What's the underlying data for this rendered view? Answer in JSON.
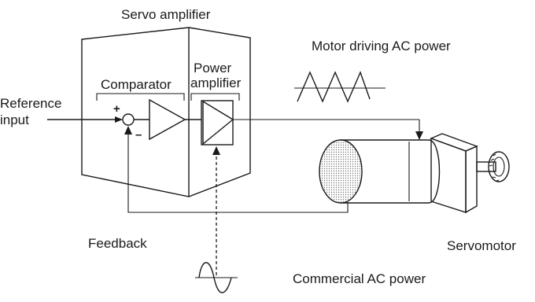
{
  "labels": {
    "servo_amplifier": "Servo amplifier",
    "comparator": "Comparator",
    "power_amplifier_line1": "Power",
    "power_amplifier_line2": "amplifier",
    "reference_input_line1": "Reference",
    "reference_input_line2": "input",
    "plus_sign": "+",
    "minus_sign": "–",
    "motor_driving_ac_power": "Motor driving AC power",
    "feedback": "Feedback",
    "servomotor": "Servomotor",
    "commercial_ac_power": "Commercial AC power"
  },
  "colors": {
    "line": "#1a1a1a",
    "background": "#ffffff",
    "motor_face_fill": "#d6d6d6"
  }
}
